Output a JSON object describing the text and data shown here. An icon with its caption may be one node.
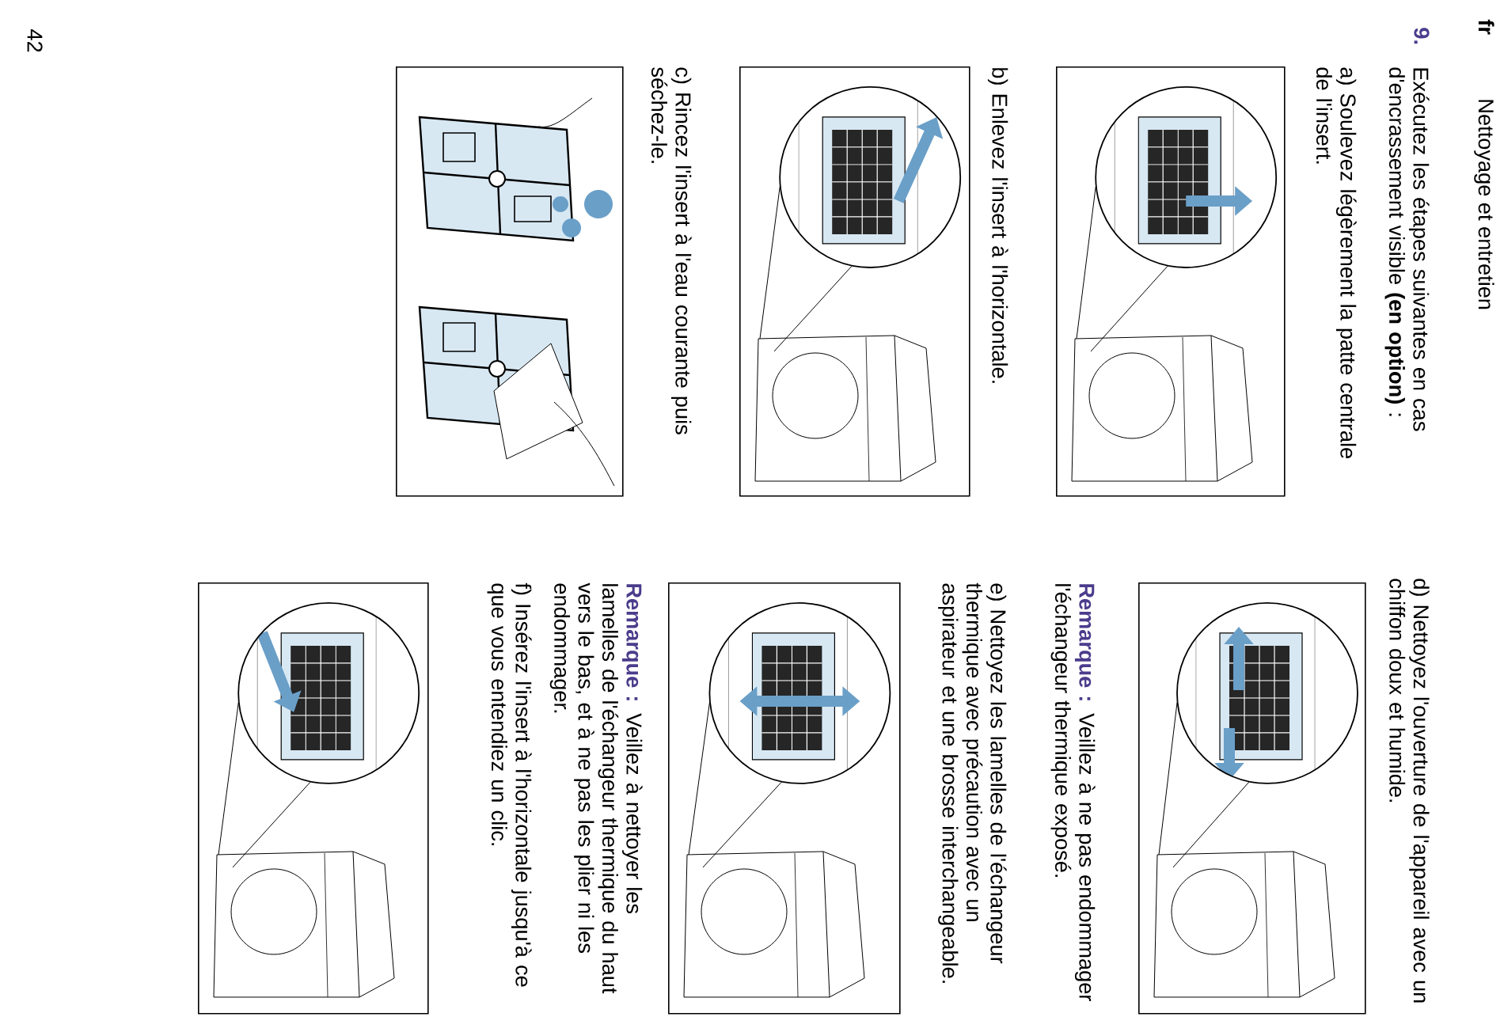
{
  "diagram": {
    "nodes": [
      {
        "text": [],
        "shape": "picture"
      },
      {
        "text": [],
        "shape": "picture"
      },
      {
        "text": [],
        "shape": "picture"
      },
      {
        "text": [],
        "shape": "picture"
      },
      {
        "text": [],
        "shape": "picture"
      },
      {
        "text": [],
        "shape": "picture"
      }
    ],
    "labels": [
      "fr",
      "Nettoyage et entretien",
      "9.",
      "Exécutez les étapes suivantes en cas d'encrassement visible **(en option)** :",
      "a) Soulevez légèrement la patte centrale de l'insert.",
      "b) Enlevez l'insert à l'horizontale.",
      "c) Rincez l'insert à l'eau courante puis séchez-le.",
      "d) Nettoyez l'ouverture de l'appareil avec un chiffon doux et humide.",
      "**Remarque :** Veillez à ne pas endommager l'échangeur thermique exposé.",
      "e) Nettoyez les lamelles de l'échangeur thermique avec précaution avec un aspirateur et une brosse interchangeable.",
      "**Remarque :** Veillez à nettoyer les lamelles de l'échangeur thermique du haut vers le bas, et à ne pas les plier ni les endommager.",
      "f) Insérez l'insert à l'horizontale jusqu'à ce que vous entendiez un clic.",
      "42"
    ]
  }
}
